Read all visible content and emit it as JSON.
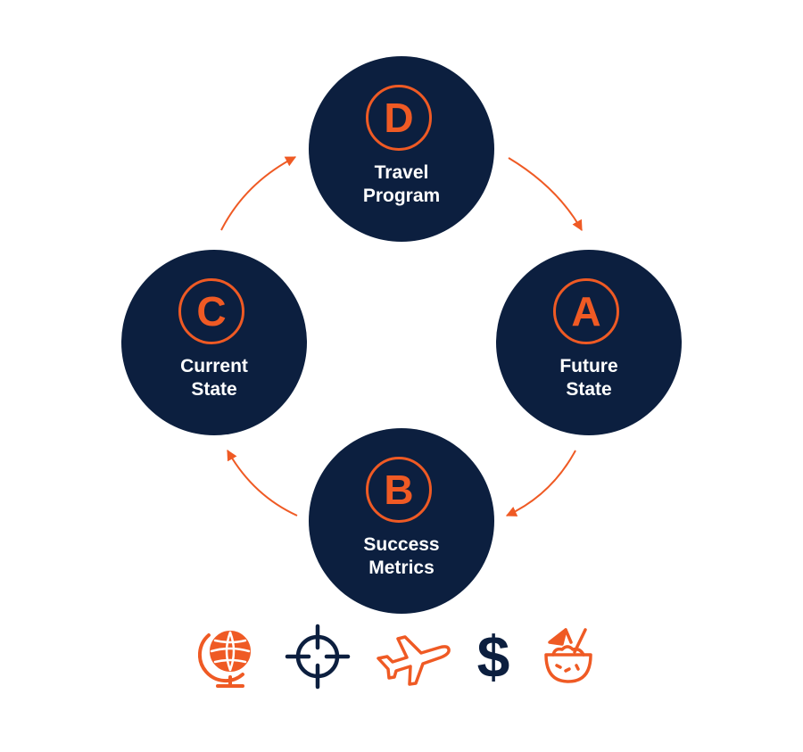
{
  "colors": {
    "navy": "#0c1f3f",
    "orange": "#ef5a24",
    "background": "#ffffff"
  },
  "nodes": {
    "d": {
      "letter": "D",
      "line1": "Travel",
      "line2": "Program"
    },
    "a": {
      "letter": "A",
      "line1": "Future",
      "line2": "State"
    },
    "b": {
      "letter": "B",
      "line1": "Success",
      "line2": "Metrics"
    },
    "c": {
      "letter": "C",
      "line1": "Current",
      "line2": "State"
    }
  },
  "cycle_order": [
    "D",
    "A",
    "B",
    "C"
  ],
  "icons": [
    "globe-icon",
    "crosshair-icon",
    "airplane-icon",
    "dollar-icon",
    "coconut-drink-icon"
  ],
  "dollar_symbol": "$"
}
